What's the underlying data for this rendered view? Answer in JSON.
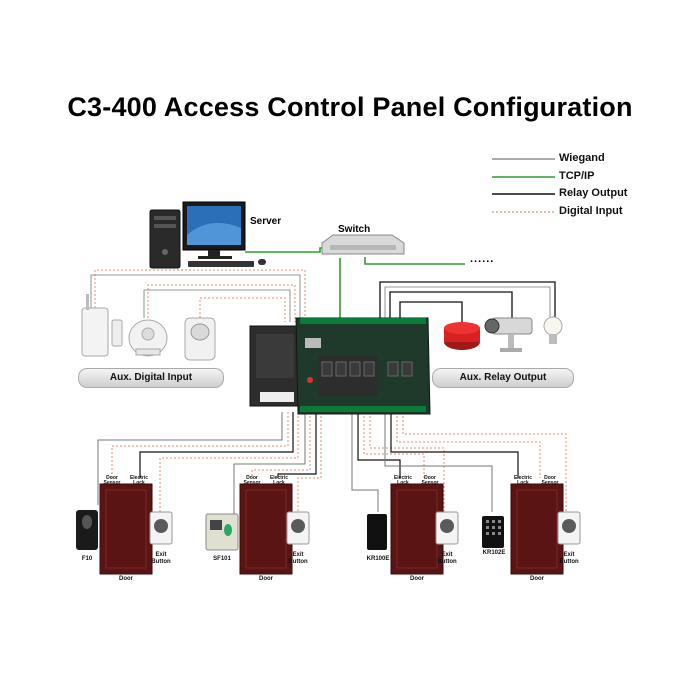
{
  "title": "C3-400 Access Control Panel Configuration",
  "legend": {
    "wiegand": "Wiegand",
    "tcpip": "TCP/IP",
    "relay": "Relay Output",
    "digital": "Digital Input"
  },
  "labels": {
    "server": "Server",
    "switch": "Switch",
    "ellipsis": "......",
    "aux_input": "Aux. Digital Input",
    "aux_relay": "Aux. Relay Output"
  },
  "doors": [
    {
      "left_label": "Door Sensor",
      "right_label": "Electric Lock",
      "reader": "F10",
      "exit": "Exit Button",
      "door": "Door"
    },
    {
      "left_label": "Door Sensor",
      "right_label": "Electric Lock",
      "reader": "SF101",
      "exit": "Exit Button",
      "door": "Door"
    },
    {
      "left_label": "Electric Lock",
      "right_label": "Door Sensor",
      "reader": "KR100E",
      "exit": "Exit Button",
      "door": "Door"
    },
    {
      "left_label": "Electric Lock",
      "right_label": "Door Sensor",
      "reader": "KR102E",
      "exit": "Exit Button",
      "door": "Door"
    }
  ],
  "colors": {
    "wiegand": "#777777",
    "tcpip": "#2e9e2e",
    "relay": "#111111",
    "digital": "#e58a7a",
    "door": "#5a1414",
    "board": "#1f3a2a"
  }
}
